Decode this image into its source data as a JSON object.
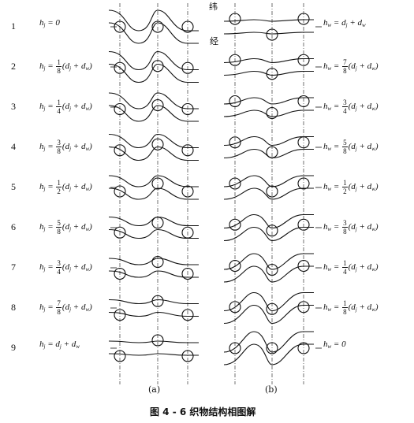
{
  "figure": {
    "caption": "图 4 - 6    织物结构相图解",
    "panel_a_label": "(a)",
    "panel_b_label": "(b)",
    "weft_label": "纬",
    "warp_label": "经"
  },
  "rows": [
    {
      "num": "1",
      "left_prefix": "h",
      "left_sub": "j",
      "left_text": "= 0",
      "left_frac": null,
      "right_prefix": "h",
      "right_sub": "w",
      "right_text": "= d",
      "right_frac": null,
      "right_tail": "j + dw",
      "wave": 0
    },
    {
      "num": "2",
      "left_frac": {
        "n": "1",
        "d": "8"
      },
      "right_frac": {
        "n": "7",
        "d": "8"
      },
      "wave": 0.125
    },
    {
      "num": "3",
      "left_frac": {
        "n": "1",
        "d": "4"
      },
      "right_frac": {
        "n": "3",
        "d": "4"
      },
      "wave": 0.25
    },
    {
      "num": "4",
      "left_frac": {
        "n": "3",
        "d": "8"
      },
      "right_frac": {
        "n": "5",
        "d": "8"
      },
      "wave": 0.375
    },
    {
      "num": "5",
      "left_frac": {
        "n": "1",
        "d": "2"
      },
      "right_frac": {
        "n": "1",
        "d": "2"
      },
      "wave": 0.5
    },
    {
      "num": "6",
      "left_frac": {
        "n": "5",
        "d": "8"
      },
      "right_frac": {
        "n": "3",
        "d": "8"
      },
      "wave": 0.625
    },
    {
      "num": "7",
      "left_frac": {
        "n": "3",
        "d": "4"
      },
      "right_frac": {
        "n": "1",
        "d": "4"
      },
      "wave": 0.75
    },
    {
      "num": "8",
      "left_frac": {
        "n": "7",
        "d": "8"
      },
      "right_frac": {
        "n": "1",
        "d": "8"
      },
      "wave": 0.875
    },
    {
      "num": "9",
      "wave": 1
    }
  ],
  "labels": {
    "hj": "h",
    "hw": "h",
    "sub_j": "j",
    "sub_w": "w",
    "eq": "=",
    "paren_open": "(",
    "dj": "d",
    "plus": "+",
    "dw": "d",
    "paren_close": ")",
    "row1_left": "= 0",
    "row1_right_a": "= d",
    "row1_right_b": "+ d",
    "row9_left_a": "= d",
    "row9_left_b": "+ d",
    "row9_right": "= 0"
  },
  "colors": {
    "ink": "#111111",
    "background": "#ffffff"
  }
}
